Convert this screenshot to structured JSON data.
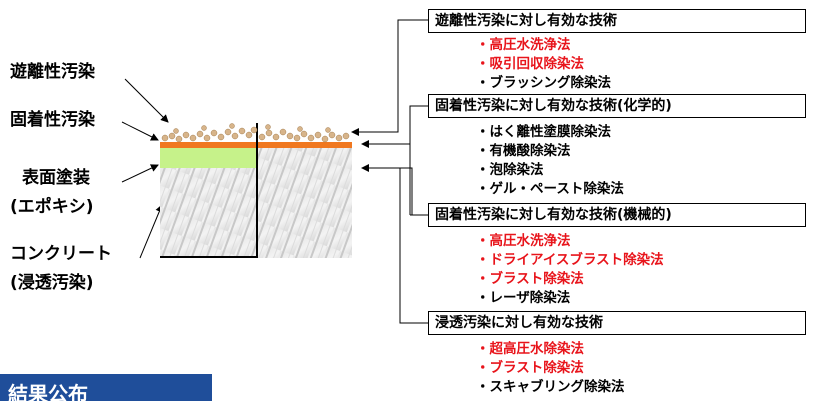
{
  "diagram": {
    "left_labels": [
      "遊離性汚染",
      "固着性汚染",
      "表面塗装",
      "(エポキシ)",
      "コンクリート",
      "(浸透汚染)"
    ],
    "groups": [
      {
        "title": "遊離性汚染に対し有効な技術",
        "items": [
          {
            "text": "・高圧水洗浄法",
            "color": "red"
          },
          {
            "text": "・吸引回収除染法",
            "color": "red"
          },
          {
            "text": "・ブラッシング除染法",
            "color": "black"
          }
        ]
      },
      {
        "title": "固着性汚染に対し有効な技術(化学的)",
        "items": [
          {
            "text": "・はく離性塗膜除染法",
            "color": "black"
          },
          {
            "text": "・有機酸除染法",
            "color": "black"
          },
          {
            "text": "・泡除染法",
            "color": "black"
          },
          {
            "text": "・ゲル・ペースト除染法",
            "color": "black"
          }
        ]
      },
      {
        "title": "固着性汚染に対し有効な技術(機械的)",
        "items": [
          {
            "text": "・高圧水洗浄法",
            "color": "red"
          },
          {
            "text": "・ドライアイスブラスト除染法",
            "color": "red"
          },
          {
            "text": "・ブラスト除染法",
            "color": "red"
          },
          {
            "text": "・レーザ除染法",
            "color": "black"
          }
        ]
      },
      {
        "title": "浸透汚染に対し有効な技術",
        "items": [
          {
            "text": "・超高圧水除染法",
            "color": "red"
          },
          {
            "text": "・ブラスト除染法",
            "color": "red"
          },
          {
            "text": "・スキャブリング除染法",
            "color": "black"
          }
        ]
      }
    ],
    "colors": {
      "red_text": "#e8141b",
      "orange_layer": "#f07820",
      "coating_layer": "#c6f28a",
      "particles": "#d7b48a",
      "footer_bg": "#1f4e9a"
    }
  },
  "footer": {
    "label": "結果公布"
  }
}
